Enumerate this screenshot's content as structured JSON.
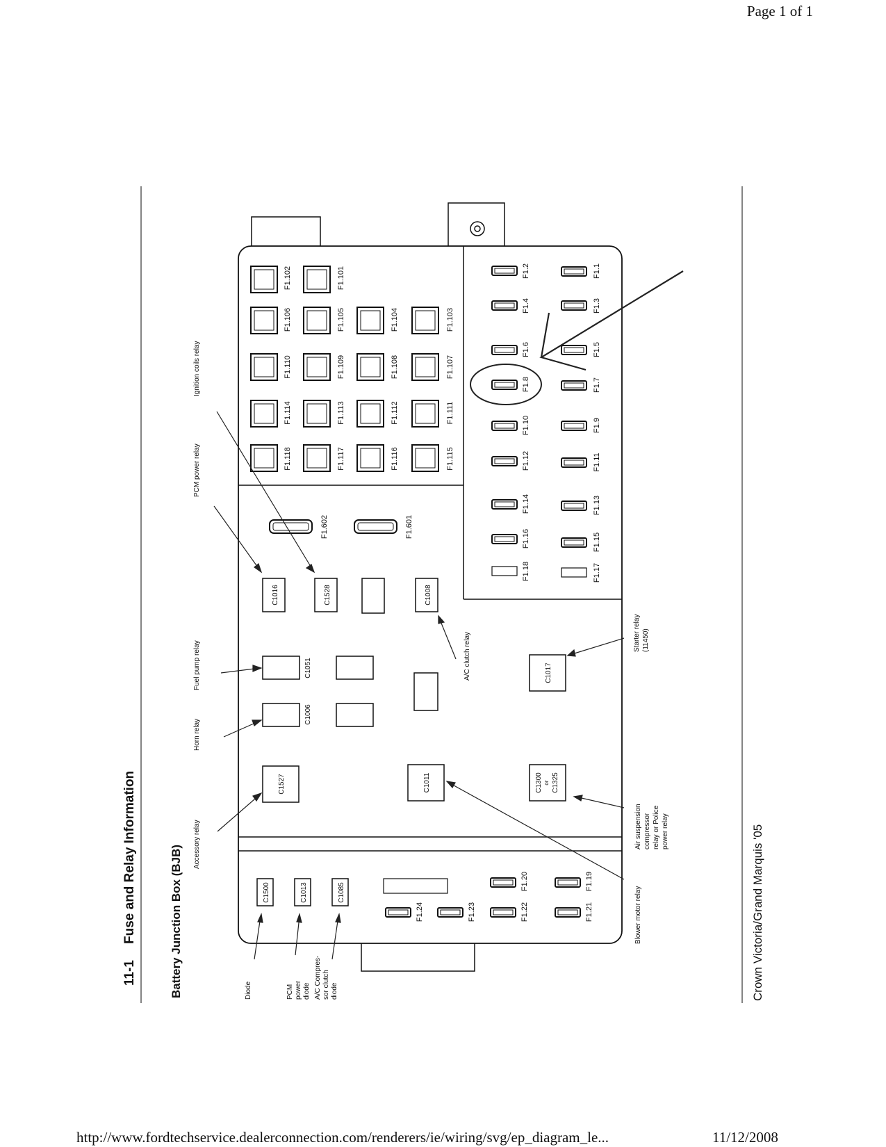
{
  "browser": {
    "page_indicator": "Page 1 of 1",
    "url": "http://www.fordtechservice.dealerconnection.com/renderers/ie/wiring/svg/ep_diagram_le...",
    "date": "11/12/2008"
  },
  "document": {
    "section_number": "11-1",
    "section_title": "Fuse and Relay Information",
    "subtitle": "Battery Junction Box (BJB)",
    "footer_vehicle": "Crown Victoria/Grand Marquis '05"
  },
  "relay_grid": {
    "row1": [
      "F1.102",
      "F1.106",
      "F1.110",
      "F1.114",
      "F1.118"
    ],
    "row2": [
      "F1.101",
      "F1.105",
      "F1.109",
      "F1.113",
      "F1.117"
    ],
    "row3": [
      "F1.104",
      "F1.108",
      "F1.112",
      "F1.116"
    ],
    "row4": [
      "F1.103",
      "F1.107",
      "F1.111",
      "F1.115"
    ]
  },
  "mini_fuses": {
    "even": [
      "F1.2",
      "F1.4",
      "F1.6",
      "F1.8",
      "F1.10",
      "F1.12",
      "F1.14",
      "F1.16",
      "F1.18"
    ],
    "odd": [
      "F1.1",
      "F1.3",
      "F1.5",
      "F1.7",
      "F1.9",
      "F1.11",
      "F1.13",
      "F1.15",
      "F1.17"
    ]
  },
  "maxi_fuses": [
    "F1.602",
    "F1.601"
  ],
  "connectors": {
    "c1016": "C1016",
    "c1528": "C1528",
    "c1008": "C1008",
    "c1051": "C1051",
    "c1006": "C1006",
    "c1017": "C1017",
    "c1527": "C1527",
    "c1011": "C1011",
    "c1300_a": "C1300",
    "c1300_or": "or",
    "c1300_b": "C1325",
    "c1500": "C1500",
    "c1013": "C1013",
    "c1085": "C1085"
  },
  "lower_fuses": {
    "f124": "F1.24",
    "f123": "F1.23",
    "f122": "F1.22",
    "f120": "F1.20",
    "f121": "F1.21",
    "f119": "F1.19"
  },
  "callouts": {
    "ignition": "Ignition coils relay",
    "pcm_power": "PCM power relay",
    "fuel_pump": "Fuel pump relay",
    "horn": "Horn relay",
    "accessory": "Accessory relay",
    "ac_clutch": "A/C clutch relay",
    "starter": [
      "Starter relay",
      "(11450)"
    ],
    "air_susp": [
      "Air suspension",
      "compressor",
      "relay or Police",
      "power relay"
    ],
    "blower": "Blower motor relay",
    "diode": "Diode",
    "pcm_diode": [
      "PCM",
      "power",
      "diode"
    ],
    "ac_diode": [
      "A/C Compres-",
      "sor clutch",
      "diode"
    ]
  }
}
